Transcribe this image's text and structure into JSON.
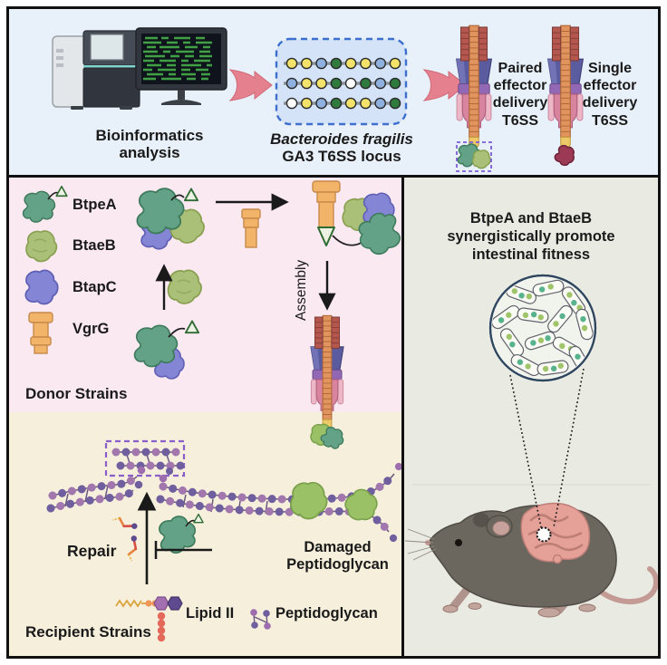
{
  "figure": {
    "top": {
      "bioinformatics": "Bioinformatics\nanalysis",
      "locus_name": "Bacteroides fragilis",
      "locus_desc": "GA3 T6SS locus",
      "paired": "Paired\neffector\ndelivery\nT6SS",
      "single": "Single\neffector\ndelivery\nT6SS"
    },
    "donor": {
      "legend": [
        {
          "name": "BtpeA",
          "icon": "green-effector-blob-with-triangle",
          "color": "#63a286"
        },
        {
          "name": "BtaeB",
          "icon": "olive-effector-blob",
          "color": "#aabf77"
        },
        {
          "name": "BtapC",
          "icon": "purple-chaperone-blob",
          "color": "#8585d6"
        },
        {
          "name": "VgrG",
          "icon": "orange-spike",
          "color": "#f2b469"
        }
      ],
      "assembly": "Assembly",
      "label": "Donor Strains"
    },
    "recipient": {
      "repair": "Repair",
      "damaged": "Damaged\nPeptidoglycan",
      "lipid": "Lipid II",
      "peptidoglycan": "Peptidoglycan",
      "label": "Recipient Strains"
    },
    "right": {
      "headline": "BtpeA and BtaeB\nsynergistically promote\nintestinal fitness"
    },
    "locus_rows": [
      [
        "yellow",
        "yellow",
        "blue",
        "green",
        "yellow",
        "yellow",
        "blue",
        "yellow"
      ],
      [
        "blue",
        "yellow",
        "yellow",
        "green",
        "white",
        "green",
        "blue",
        "green"
      ],
      [
        "white",
        "yellow",
        "blue",
        "green",
        "yellow",
        "yellow",
        "blue",
        "green"
      ]
    ],
    "colors": {
      "gene_yellow": "#f3e36a",
      "gene_blue": "#8fb1e0",
      "gene_green": "#2f7a3d",
      "gene_white": "#ffffff",
      "flow_arrow": "#e5818e",
      "panel_top_bg": "#e8f1f9",
      "panel_donor_bg": "#fbe9f2",
      "panel_recipient_bg": "#f6efdc",
      "panel_right_bg": "#e9ebe2",
      "single_effector": "#9c3a55",
      "peptidoglycan_purple": "#a177ae"
    }
  }
}
